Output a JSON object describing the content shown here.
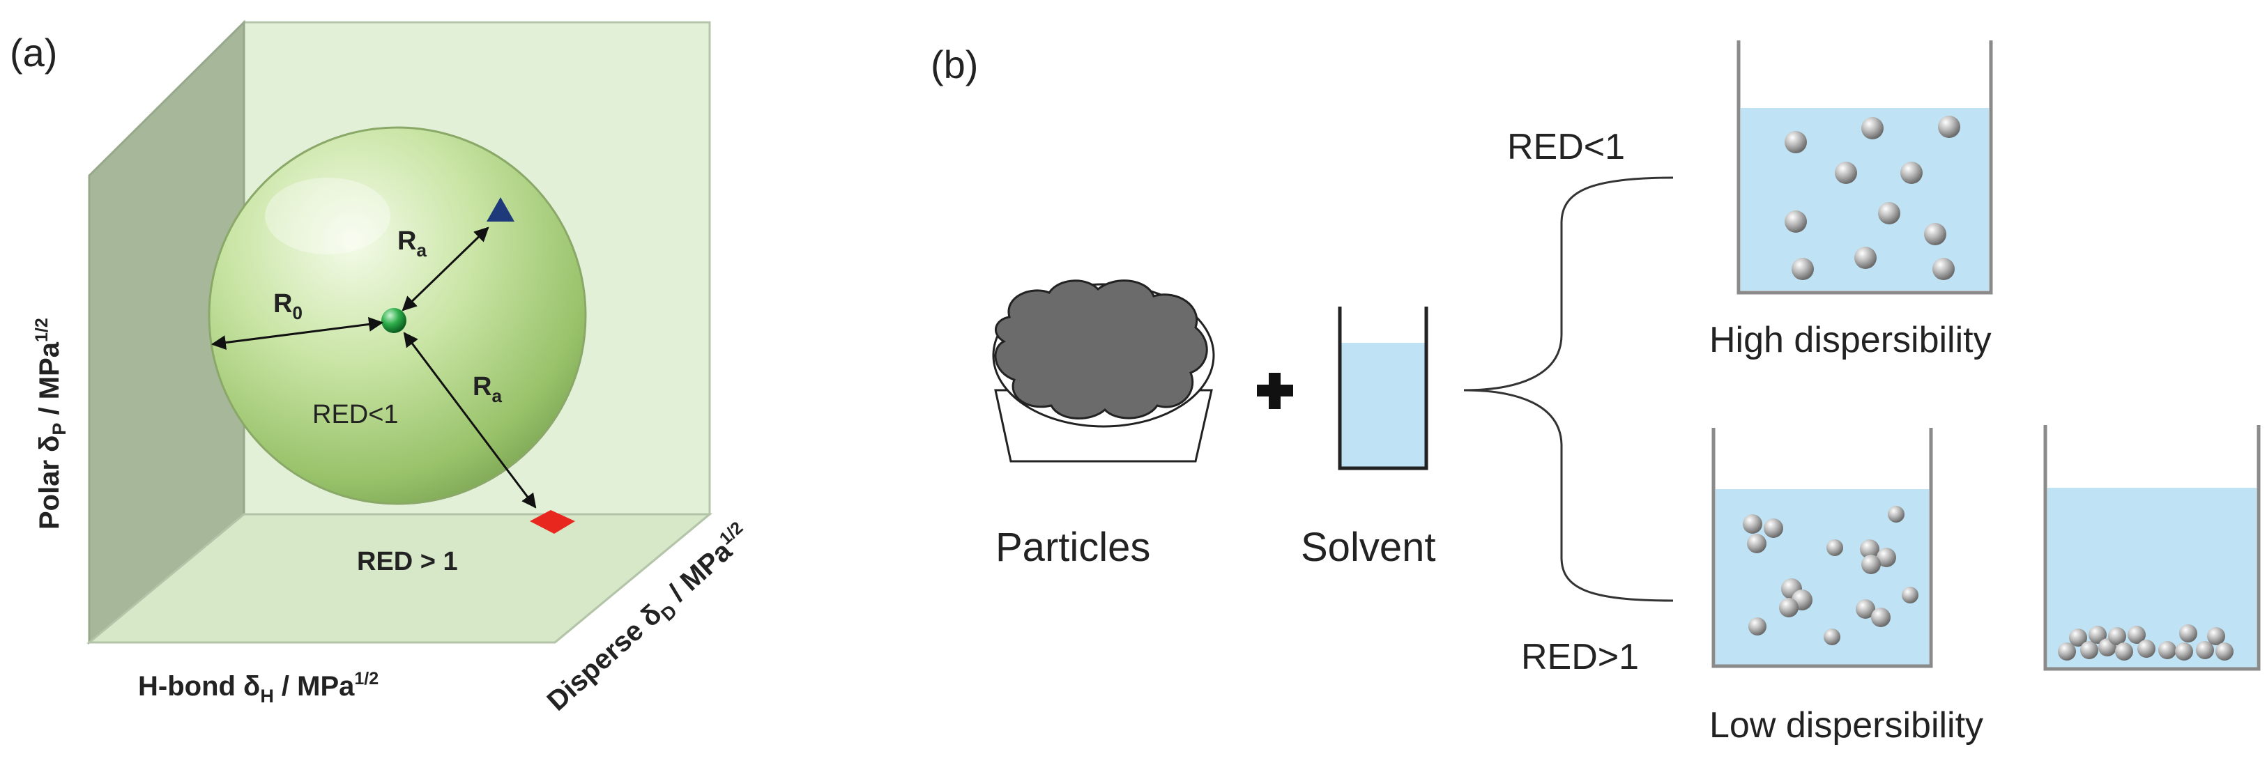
{
  "panel_a": {
    "tag": "(a)",
    "axis_polar": "Polar  δ",
    "axis_polar_sub": "P",
    "axis_polar_unit": " / MPa",
    "axis_polar_exp": "1/2",
    "axis_hbond": "H-bond δ",
    "axis_hbond_sub": "H",
    "axis_hbond_unit": " / MPa",
    "axis_hbond_exp": "1/2",
    "axis_disperse": "Disperse δ",
    "axis_disperse_sub": "D",
    "axis_disperse_unit": " / MPa",
    "axis_disperse_exp": "1/2",
    "r0": "R",
    "r0_sub": "0",
    "ra": "R",
    "ra_sub": "a",
    "red_inside": "RED<1",
    "red_outside": "RED > 1"
  },
  "panel_b": {
    "tag": "(b)",
    "particles_label": "Particles",
    "solvent_label": "Solvent",
    "red_lt": "RED<1",
    "red_gt": "RED>1",
    "high_label": "High dispersibility",
    "low_label": "Low dispersibility"
  },
  "colors": {
    "sphere": "#b5d98a",
    "liquid": "#bfe3f4",
    "wall": "#a7b79a",
    "triangle": "#1f3a7a",
    "red_point": "#e8281f"
  }
}
